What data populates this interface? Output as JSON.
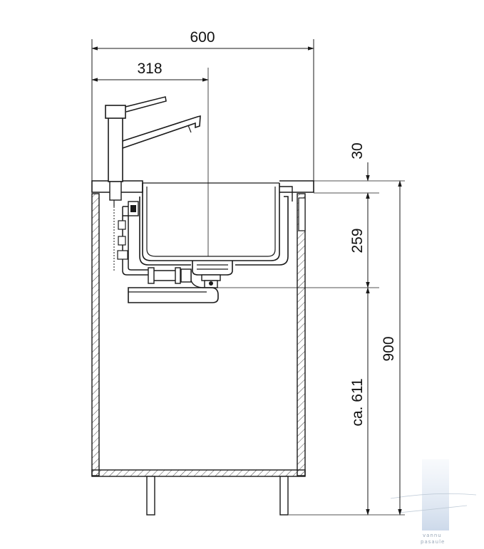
{
  "dimensions": {
    "overall_width": "600",
    "tap_offset": "318",
    "top_thickness": "30",
    "bowl_depth": "259",
    "total_height": "900",
    "below_bowl": "ca. 611"
  },
  "watermark": {
    "line1": "vannu",
    "line2": "pasaule"
  },
  "colors": {
    "line": "#1a1a1a",
    "watermark_bar": "#c7d5e8"
  }
}
